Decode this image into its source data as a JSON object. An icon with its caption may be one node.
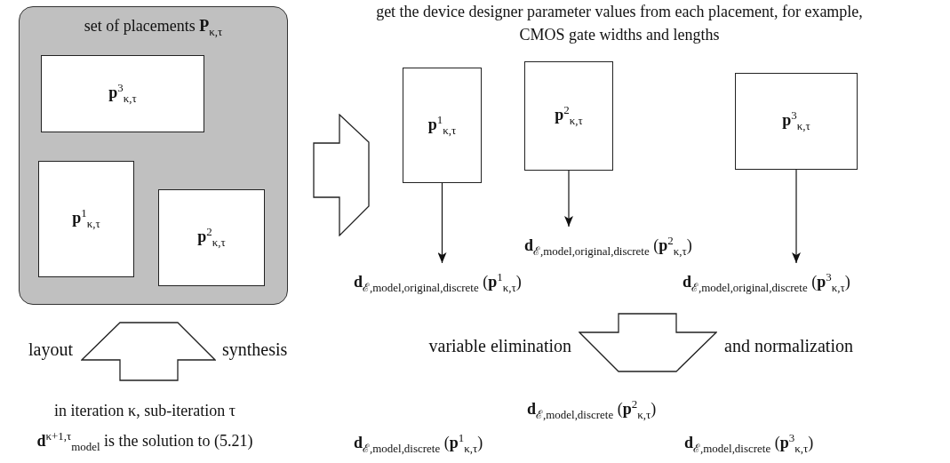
{
  "diagram": {
    "nodes": [
      {
        "text": [
          "set of placements **P**$_{κ,τ}$"
        ]
      },
      {
        "text": [
          "**p**$^{3}$$_{κ,τ}$"
        ],
        "in": 0
      },
      {
        "text": [
          "**p**$^{1}$$_{κ,τ}$"
        ],
        "in": 0
      },
      {
        "text": [
          "**p**$^{2}$$_{κ,τ}$"
        ],
        "in": 0
      },
      {
        "text": [],
        "shape": "arrow",
        "beside": [
          "layout",
          "synthesis"
        ]
      },
      {
        "text": [],
        "shape": "arrow"
      },
      {
        "text": [
          "**p**$^{1}$$_{κ,τ}$"
        ]
      },
      {
        "text": [
          "**p**$^{2}$$_{κ,τ}$"
        ]
      },
      {
        "text": [
          "**p**$^{3}$$_{κ,τ}$"
        ]
      },
      {
        "text": [
          "**d**$_{ℰ,model,original,discrete}$ (**p**$^{2}$$_{κ,τ}$)"
        ]
      },
      {
        "text": [
          "**d**$_{ℰ,model,original,discrete}$ (**p**$^{1}$$_{κ,τ}$)"
        ]
      },
      {
        "text": [
          "**d**$_{ℰ,model,original,discrete}$ (**p**$^{3}$$_{κ,τ}$)"
        ]
      },
      {
        "text": [],
        "shape": "arrow",
        "beside": [
          "variable elimination",
          "and normalization"
        ]
      }
    ],
    "edges": [
      {
        "from": 6,
        "to": 10,
        "arrow": "to"
      },
      {
        "from": 7,
        "to": 9,
        "arrow": "to"
      },
      {
        "from": 8,
        "to": 11,
        "arrow": "to"
      }
    ],
    "labels": [
      "get the device designer parameter values from each placement, for example, CMOS gate widths and lengths",
      "in iteration κ, sub-iteration τ",
      "**d**$^{κ+1,τ}$$_{model}$ is the solution to (5.21)",
      "**d**$_{ℰ,model,discrete}$ (**p**$^{2}$$_{κ,τ}$)",
      "**d**$_{ℰ,model,discrete}$ (**p**$^{1}$$_{κ,τ}$)",
      "**d**$_{ℰ,model,discrete}$ (**p**$^{3}$$_{κ,τ}$)"
    ]
  }
}
